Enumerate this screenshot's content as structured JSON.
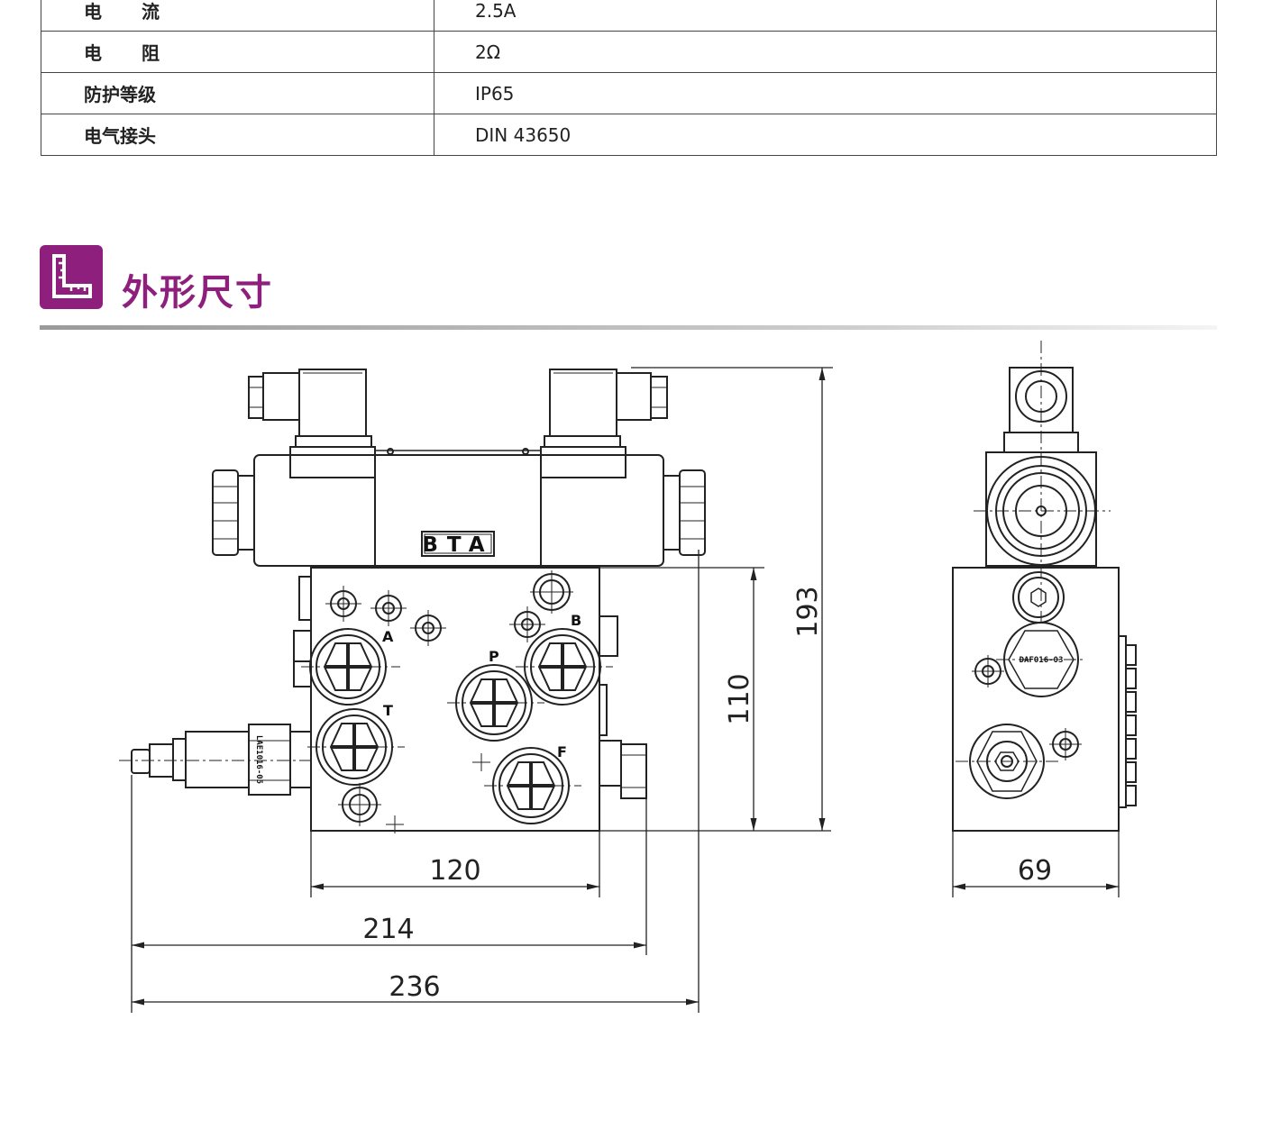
{
  "specs": [
    {
      "label": "电流",
      "value": "2.5A"
    },
    {
      "label": "电阻",
      "value": "2Ω"
    },
    {
      "label": "防护等级",
      "value": "IP65"
    },
    {
      "label": "电气接头",
      "value": "DIN 43650"
    }
  ],
  "section": {
    "title": "外形尺寸",
    "icon": "ruler-set-icon",
    "accent": "#8e1f7d"
  },
  "drawing": {
    "brand": "BTA",
    "ports": {
      "a": "A",
      "b": "B",
      "p": "P",
      "t": "T",
      "f": "F"
    },
    "cartridge_markings": {
      "relief": "LAE1016-05",
      "side": "DAFO16-03"
    },
    "dimensions": {
      "w120": "120",
      "w214": "214",
      "w236": "236",
      "h110": "110",
      "h193": "193",
      "w69": "69"
    }
  }
}
